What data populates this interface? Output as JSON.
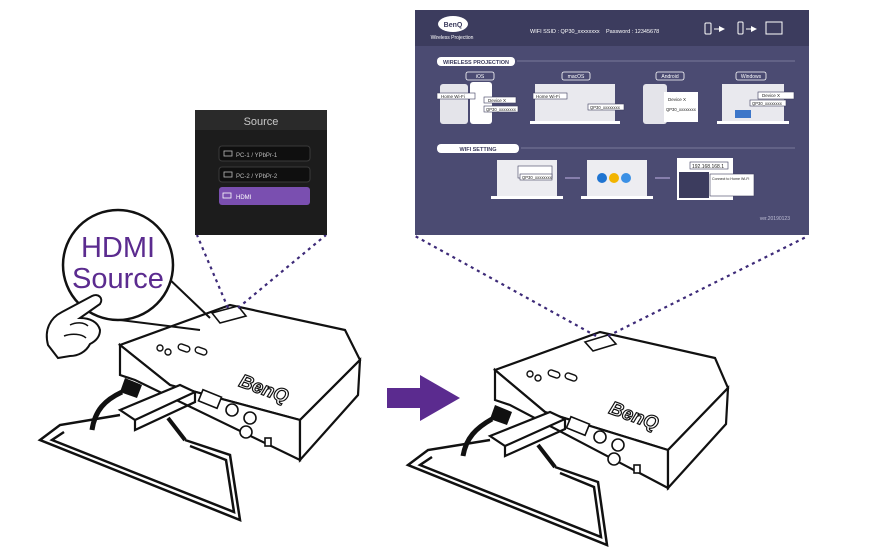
{
  "source_menu": {
    "title": "Source",
    "items": [
      {
        "label": "PC-1 / YPbPr-1",
        "selected": false
      },
      {
        "label": "PC-2 / YPbPr-2",
        "selected": false
      },
      {
        "label": "HDMI",
        "selected": true
      }
    ]
  },
  "callout": {
    "line1": "HDMI",
    "line2": "Source"
  },
  "projector_brand": "BenQ",
  "screen": {
    "logo": "BenQ",
    "subtitle": "Wireless Projection",
    "ssid_label": "WIFI SSID : QP30_xxxxxxxx",
    "password_label": "Password : 12345678",
    "wireless_section": "WIRELESS PROJECTION",
    "platforms": [
      "iOS",
      "macOS",
      "Android",
      "Windows"
    ],
    "home_wifi": "Home Wi-Fi",
    "device_label": "Device X",
    "ssid_short": "QP30_xxxxxxxx",
    "wifi_section": "WIFI SETTING",
    "ip": "192.168.168.1",
    "connect_label": "Connect to Home Wi-Fi",
    "version": "ver.20190123"
  },
  "colors": {
    "screen_bg": "#4b4b72",
    "accent_purple": "#5b2b8f",
    "menu_bg": "#1c1c1c",
    "selected_item": "#7a4fb0"
  }
}
